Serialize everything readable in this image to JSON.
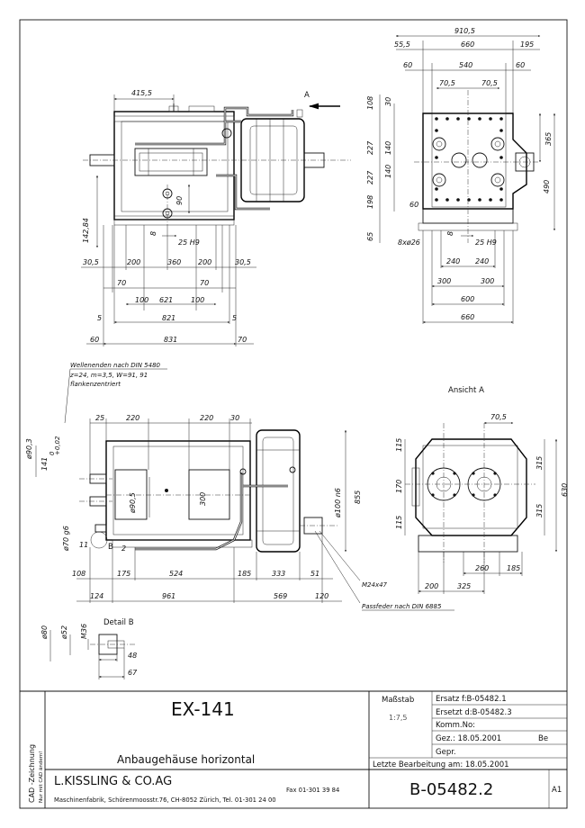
{
  "front_view": {
    "top_dims": [
      "415,5"
    ],
    "arrow_label": "A",
    "vertical_dims": [
      "142,84",
      "8",
      "90"
    ],
    "fit_label": "25 H9",
    "row1": [
      "30,5",
      "200",
      "360",
      "200",
      "30,5"
    ],
    "row2": [
      "70",
      "70"
    ],
    "row3": [
      "100",
      "621",
      "100"
    ],
    "row4": [
      "5",
      "821",
      "5"
    ],
    "row5": [
      "60",
      "831",
      "70"
    ]
  },
  "side_view": {
    "top_dims": [
      "910,5",
      "55,5",
      "660",
      "195",
      "60",
      "540",
      "60",
      "70,5",
      "70,5"
    ],
    "left_dims": [
      "108",
      "30",
      "227",
      "140",
      "227",
      "140",
      "198",
      "65",
      "60",
      "8"
    ],
    "right_dims": [
      "365",
      "490"
    ],
    "holes": "8xø26",
    "fit_label": "25 H9",
    "bottom_dims": [
      "240",
      "240",
      "300",
      "300",
      "600",
      "660"
    ]
  },
  "ansicht_label": "Ansicht A",
  "shaft_note": [
    "Wellenenden nach DIN 5480",
    "z=24, m=3,5, W=91, 91",
    "flankenzentriert"
  ],
  "lower_view": {
    "left_dims": [
      "ø90,3",
      "141",
      "+0,02",
      "0",
      "ø90,5",
      "ø70 g6",
      "11",
      "300"
    ],
    "top_dims": [
      "25",
      "220",
      "220",
      "30"
    ],
    "markers": [
      "B",
      "2"
    ],
    "right_dims": [
      "ø100 n6",
      "855"
    ],
    "bottom_row1": [
      "108",
      "175",
      "524",
      "185",
      "333",
      "51"
    ],
    "bottom_row2": [
      "124",
      "961",
      "569",
      "120"
    ],
    "thread": "M24x47",
    "key_note": "Passfeder nach DIN 6885"
  },
  "view_a": {
    "top_dims": [
      "70,5"
    ],
    "left_dims": [
      "115",
      "170",
      "115"
    ],
    "right_dims": [
      "315",
      "630",
      "315"
    ],
    "bottom_dims": [
      "260",
      "185",
      "200",
      "325"
    ]
  },
  "detail_b": {
    "title": "Detail B",
    "dims": [
      "ø80",
      "ø52",
      "M36",
      "48",
      "67"
    ]
  },
  "title_block": {
    "product": "EX-141",
    "description": "Anbaugehäuse horizontal",
    "company": "L.KISSLING & CO.AG",
    "address": "Maschinenfabrik, Schörenmoosstr.76, CH-8052 Zürich, Tel. 01-301 24 00",
    "fax": "Fax 01-301 39 84",
    "scale_label": "Maßstab",
    "scale_value": "1:7,5",
    "replacement_for": "Ersatz f:B-05482.1",
    "replaced_by": "Ersetzt d:B-05482.3",
    "comm_no": "Komm.No:",
    "drawn": "Gez.: 18.05.2001",
    "drawn_by": "Be",
    "checked": "Gepr.",
    "last_edit": "Letzte Bearbeitung am: 18.05.2001",
    "drawing_no": "B-05482.2",
    "sheet_size": "A1",
    "cad_label": "CAD -Zeichnung",
    "cad_note": "Nur mit CAD ändern!"
  }
}
